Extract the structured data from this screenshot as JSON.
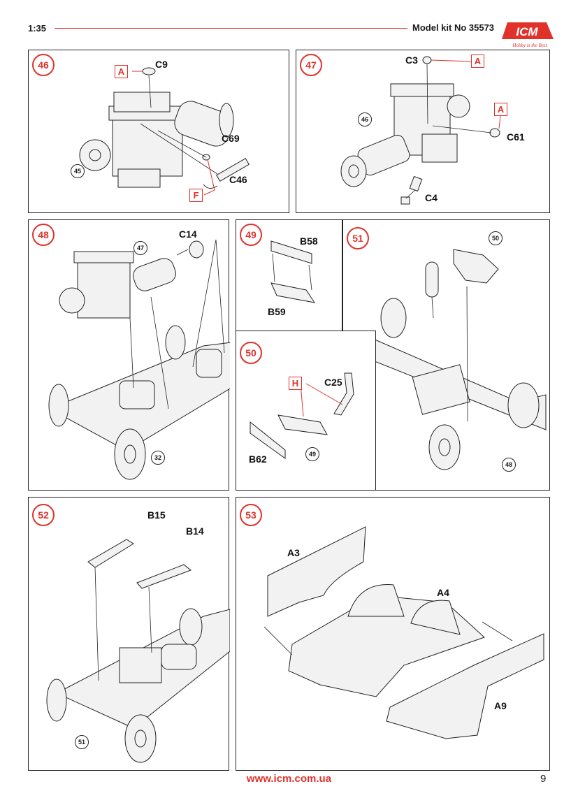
{
  "header": {
    "scale": "1:35",
    "kit": "Model kit No 35573"
  },
  "logo": {
    "text": "ICM",
    "slogan": "Hobby is the Best",
    "color": "#e0322b"
  },
  "accent_color": "#e0322b",
  "steps": {
    "s46": {
      "num": "46",
      "parts": {
        "c9": "C9",
        "c69": "C69",
        "c46": "C46"
      },
      "glue": {
        "a": "A",
        "f": "F"
      },
      "refs": {
        "r45": "45"
      }
    },
    "s47": {
      "num": "47",
      "parts": {
        "c3": "C3",
        "c61": "C61",
        "c4": "C4"
      },
      "glue": {
        "a1": "A",
        "a2": "A"
      },
      "refs": {
        "r46": "46"
      }
    },
    "s48": {
      "num": "48",
      "parts": {
        "c14": "C14"
      },
      "refs": {
        "r47": "47",
        "r32": "32"
      }
    },
    "s49": {
      "num": "49",
      "parts": {
        "b58": "B58",
        "b59": "B59"
      }
    },
    "s50": {
      "num": "50",
      "parts": {
        "c25": "C25",
        "b62": "B62"
      },
      "glue": {
        "h": "H"
      },
      "refs": {
        "r49": "49"
      }
    },
    "s51": {
      "num": "51",
      "refs": {
        "r50": "50",
        "r48": "48"
      }
    },
    "s52": {
      "num": "52",
      "parts": {
        "b15": "B15",
        "b14": "B14"
      },
      "refs": {
        "r51": "51"
      }
    },
    "s53": {
      "num": "53",
      "parts": {
        "a3": "A3",
        "a4": "A4",
        "a9": "A9"
      }
    }
  },
  "footer": {
    "url": "www.icm.com.ua",
    "page": "9"
  }
}
